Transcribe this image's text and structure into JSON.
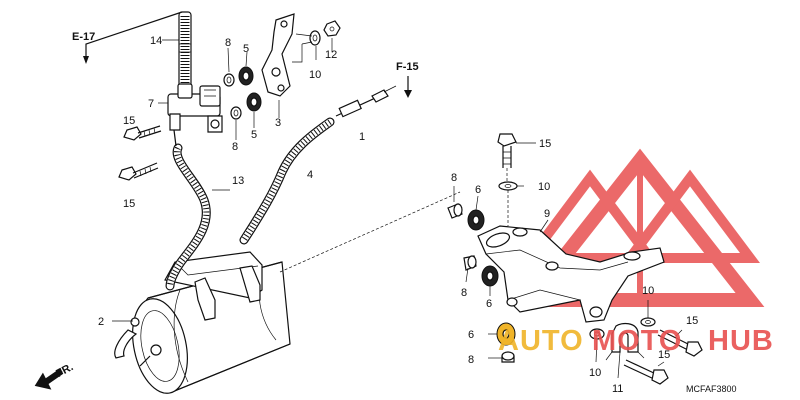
{
  "diagram": {
    "code": "MCFAF3800",
    "refs": {
      "e17": "E-17",
      "f15": "F-15",
      "front": "FR."
    },
    "watermark": {
      "text_a": "AUTO",
      "text_b": "MOTO",
      "text_c": "HUB",
      "color": "#e8504f",
      "accent": "#f0b429"
    },
    "labels": {
      "p1": "1",
      "p2": "2",
      "p3": "3",
      "p4": "4",
      "p5a": "5",
      "p5b": "5",
      "p6a": "6",
      "p6b": "6",
      "p6c": "6",
      "p7": "7",
      "p8a": "8",
      "p8b": "8",
      "p8c": "8",
      "p8d": "8",
      "p8e": "8",
      "p9": "9",
      "p10a": "10",
      "p10b": "10",
      "p10c": "10",
      "p10d": "10",
      "p11": "11",
      "p12": "12",
      "p13": "13",
      "p14": "14",
      "p15a": "15",
      "p15b": "15",
      "p15c": "15",
      "p15d": "15",
      "p15e": "15"
    }
  }
}
